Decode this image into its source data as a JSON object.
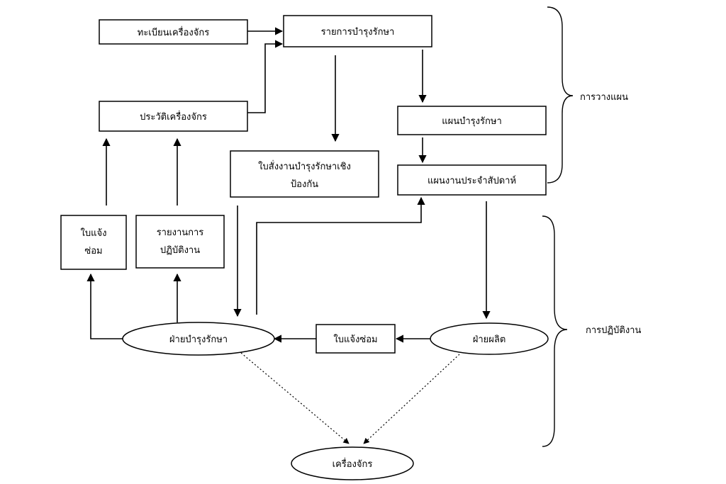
{
  "nodes": {
    "machine_register": "ทะเบียนเครื่องจักร",
    "maintenance_list": "รายการบำรุงรักษา",
    "machine_history": "ประวัติเครื่องจักร",
    "maintenance_plan": "แผนบำรุงรักษา",
    "pm_order": [
      "ใบสั่งงานบำรุงรักษาเชิง",
      "ป้องกัน"
    ],
    "weekly_plan": "แผนงานประจำสัปดาห์",
    "repair_notice_left": [
      "ใบแจ้ง",
      "ซ่อม"
    ],
    "work_report": [
      "รายงานการ",
      "ปฏิบัติงาน"
    ],
    "maintenance_dept": "ฝ่ายบำรุงรักษา",
    "repair_notice_mid": "ใบแจ้งซ่อม",
    "production_dept": "ฝ่ายผลิต",
    "machine": "เครื่องจักร"
  },
  "sections": {
    "planning": "การวางแผน",
    "operation": "การปฏิบัติงาน"
  }
}
